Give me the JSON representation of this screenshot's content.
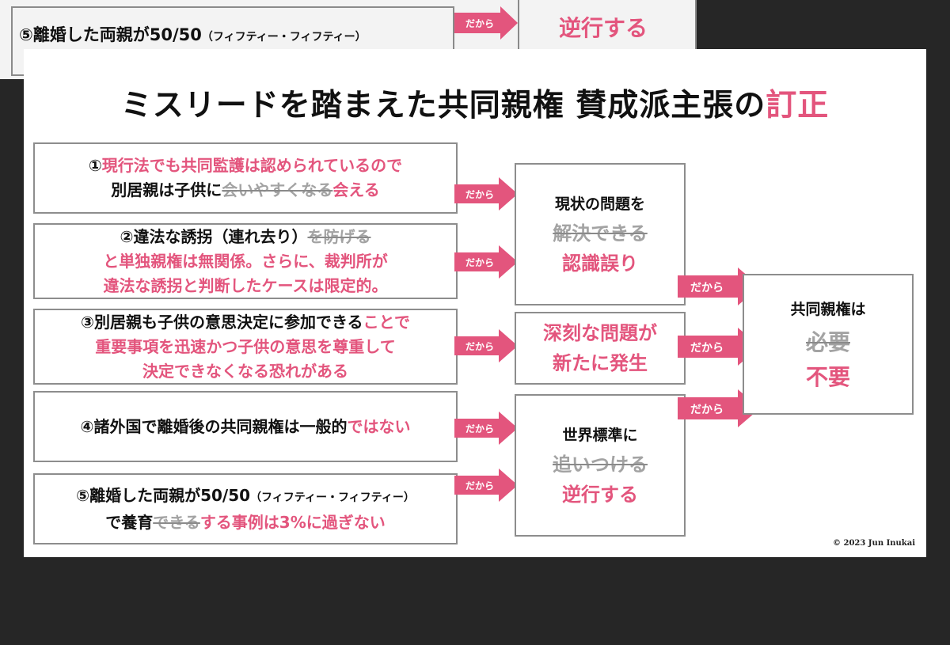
{
  "background": {
    "item5_line1": "⑤離婚した両親が50/50",
    "item5_small": "（フィフティー・フィフティー）",
    "arrow_label": "だから",
    "right_red": "逆行する"
  },
  "title": {
    "main": "ミスリードを踏まえた共同親権 賛成派主張の",
    "accent": "訂正"
  },
  "items": [
    {
      "line1_num": "①",
      "line1_pink": "現行法でも共同監護は認められているので",
      "line2_black": "別居親は子供に",
      "line2_strike": "会いやすくなる",
      "line2_pink": "会える"
    },
    {
      "line1_black": "②違法な誘拐（連れ去り）",
      "line1_strike": "を防げる",
      "line2_pink": "と単独親権は無関係。さらに、裁判所が",
      "line3_pink": "違法な誘拐と判断したケースは限定的。"
    },
    {
      "line1_black": "③別居親も子供の意思決定に参加できる",
      "line1_pink": "ことで",
      "line2_pink": "重要事項を迅速かつ子供の意思を尊重して",
      "line3_pink": "決定できなくなる恐れがある"
    },
    {
      "line1_black": "④諸外国で離婚後の共同親権は一般的",
      "line1_pink": "ではない"
    },
    {
      "line1_black": "⑤離婚した両親が50/50",
      "line1_small": "（フィフティー・フィフティー）",
      "line2_black_a": "で養育",
      "line2_strike": "できる",
      "line2_pink": "する事例は3%に過ぎない"
    }
  ],
  "middle": [
    {
      "line1": "現状の問題を",
      "strike": "解決できる",
      "pink": "認識誤り"
    },
    {
      "pink1": "深刻な問題が",
      "pink2": "新たに発生"
    },
    {
      "line1": "世界標準に",
      "strike": "追いつける",
      "pink": "逆行する"
    }
  ],
  "conclusion": {
    "line1": "共同親権は",
    "strike": "必要",
    "pink": "不要"
  },
  "arrow_label": "だから",
  "copyright": "© 2023 Jun Inukai",
  "colors": {
    "accent": "#e3557d",
    "border": "#8d8d8d",
    "strike": "#a3a3a3",
    "background": "#262626"
  }
}
